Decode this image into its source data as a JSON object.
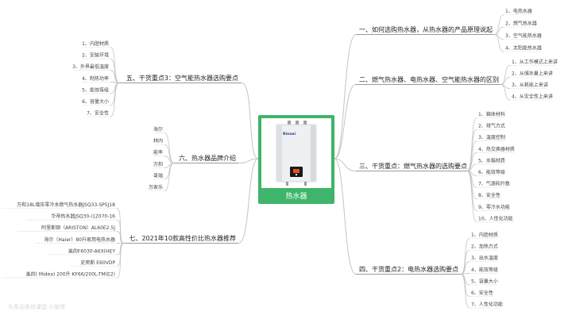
{
  "center": {
    "label": "热水器",
    "heater_brand": "Rinnai"
  },
  "branches": [
    {
      "id": "b1",
      "side": "right",
      "label": "一、如何选购热水器，从热水器的产品原理说起",
      "leaves": [
        "1、电热水器",
        "2、燃气热水器",
        "3、空气能热水器",
        "4、太阳能热水器"
      ]
    },
    {
      "id": "b2",
      "side": "right",
      "label": "二、燃气热水器、电热水器、空气能热水器的区别",
      "leaves": [
        "1、从工作模式上来讲",
        "2、从储水量上来讲",
        "3、从耗能上来讲",
        "4、从安全性上来讲"
      ]
    },
    {
      "id": "b3",
      "side": "right",
      "label": "三、干货重点：燃气热水器的选购要点",
      "leaves": [
        "1、箱体材料",
        "2、排气方式",
        "3、温度控制",
        "4、热交换器材质",
        "5、水箱材质",
        "6、能效等级",
        "7、气源和升数",
        "8、安全性",
        "9、零冷水功能",
        "10、人性化功能"
      ]
    },
    {
      "id": "b4",
      "side": "right",
      "label": "四、干货重点2：电热水器选购要点",
      "leaves": [
        "1、内胆材质",
        "2、加热方式",
        "3、出水温度",
        "4、能效等级",
        "5、容量大小",
        "6、安全性",
        "7、人性化功能"
      ]
    },
    {
      "id": "b5",
      "side": "left",
      "label": "五、干货重点3：空气能热水器选购要点",
      "leaves": [
        "1、内胆材质",
        "2、安装环境",
        "3、外界最低温度",
        "4、制热功率",
        "5、能效等级",
        "6、容量大小",
        "7、安全性"
      ]
    },
    {
      "id": "b6",
      "side": "left",
      "label": "六、热水器品牌介绍",
      "leaves": [
        "海尔",
        "林内",
        "能率",
        "万和",
        "哥瑞",
        "万家乐"
      ]
    },
    {
      "id": "b7",
      "side": "left",
      "label": "七、2021年10款高性价比热水器推荐",
      "leaves": [
        "万和18L增压零冷水燃气热水器JSQ33-SP5J18",
        "华帝热水器JSQ30-i12070-16",
        "阿里斯顿（ARISTON）AL60E2.5J",
        "海尔（Haier）80升家用电热水器",
        "美的F6030-A6X(HEY",
        "史密斯 E60VDP",
        "美的( Midea) 200升 KF66/200L-TM(E2)"
      ]
    }
  ],
  "watermark": "头条@装修课堂·小狼哥",
  "colors": {
    "center_border": "#3eb56a",
    "center_label_bg": "#3eb56a",
    "branch_line": "#c4c4c4",
    "accent_underline": "#9a9a9a"
  }
}
